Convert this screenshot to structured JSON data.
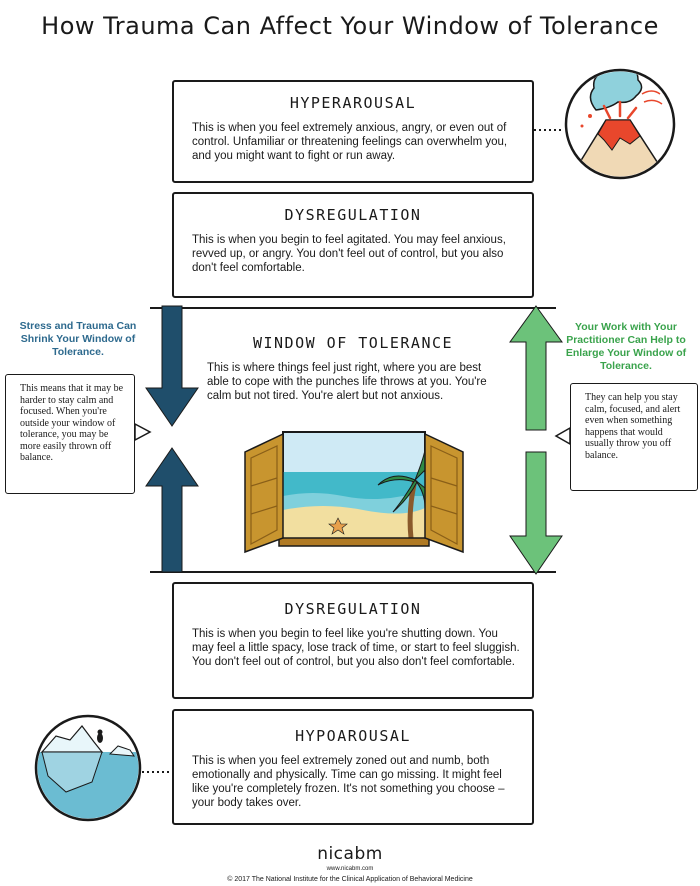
{
  "title": "How Trauma Can Affect Your Window of Tolerance",
  "zones": {
    "hyperarousal": {
      "heading": "HYPERAROUSAL",
      "text": "This is when you feel extremely anxious, angry, or even out of control. Unfamiliar or threatening feelings can overwhelm you, and you might want to fight or run away."
    },
    "dysregulation_upper": {
      "heading": "DYSREGULATION",
      "text": "This is when you begin to feel agitated. You may feel anxious, revved up, or angry. You don't feel out of control, but you also don't feel comfortable."
    },
    "window": {
      "heading": "WINDOW OF TOLERANCE",
      "text": "This is where things feel just right, where you are best able to cope with the punches life throws at you. You're calm but not tired. You're alert but not anxious."
    },
    "dysregulation_lower": {
      "heading": "DYSREGULATION",
      "text": "This is when you begin to feel like you're shutting down. You may feel a little spacy, lose track of time, or start to feel sluggish. You don't feel out of control, but you also don't feel comfortable."
    },
    "hypoarousal": {
      "heading": "HYPOAROUSAL",
      "text": "This is when you feel extremely zoned out and numb, both emotionally and physically. Time can go missing. It might feel like you're completely frozen. It's not something you choose – your body takes over."
    }
  },
  "left_side": {
    "heading": "Stress and Trauma Can Shrink Your Window of Tolerance.",
    "note": "This means that it may be harder to stay calm and focused. When you're outside your window of tolerance, you may be more easily thrown off balance."
  },
  "right_side": {
    "heading": "Your Work with Your Practitioner Can Help to Enlarge Your Window of Tolerance.",
    "note": "They can help you stay calm, focused, and alert even when something happens that would usually throw you off balance."
  },
  "footer": {
    "brand": "nicabm",
    "url": "www.nicabm.com",
    "copyright": "© 2017 The National Institute for the Clinical Application of Behavioral Medicine"
  },
  "colors": {
    "shrink_arrow": "#1f4e6b",
    "enlarge_arrow": "#6cc27a",
    "left_heading": "#2e6a8e",
    "right_heading": "#3aa34c",
    "shutter": "#c8952f",
    "sea": "#42b9c9",
    "sky": "#cfeaf5",
    "sand": "#f2dfa0",
    "lava": "#e8472c",
    "smoke": "#8fd1dc"
  },
  "icons": {
    "volcano": "volcano-icon",
    "iceberg": "iceberg-icon",
    "window": "beach-window-icon",
    "arrow_down": "arrow-down-icon",
    "arrow_up": "arrow-up-icon"
  }
}
